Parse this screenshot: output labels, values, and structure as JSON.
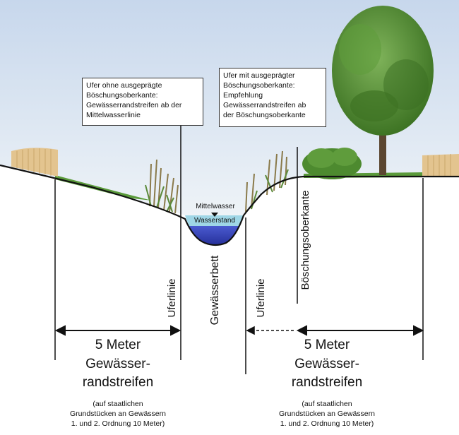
{
  "callouts": {
    "left": "Ufer ohne ausgeprägte\nBöschungsoberkante:\nGewässerrandstreifen ab der\nMittelwasserlinie",
    "right": "Ufer mit ausgeprägter\nBöschungsoberkante:\nEmpfehlung\nGewässerrandstreifen ab\nder Böschungsoberkante"
  },
  "water": {
    "mean_water": "Mittelwasser",
    "water_level": "Wasserstand"
  },
  "vertical_labels": {
    "left_shore": "Uferlinie",
    "riverbed": "Gewässerbett",
    "right_shore": "Uferlinie",
    "embankment_top": "Böschungsoberkante"
  },
  "strips": {
    "left": {
      "width_label": "5 Meter",
      "name_line1": "Gewässer-",
      "name_line2": "randstreifen",
      "note": "(auf staatlichen\nGrundstücken an Gewässern\n1. und 2. Ordnung  10 Meter)"
    },
    "right": {
      "width_label": "5 Meter",
      "name_line1": "Gewässer-",
      "name_line2": "randstreifen",
      "note": "(auf staatlichen\nGrundstücken an Gewässern\n1. und 2. Ordnung  10 Meter)"
    }
  },
  "colors": {
    "sky_top": "#c7d7ec",
    "sky_bottom": "#eef3f7",
    "grass": "#5a9a3a",
    "water_surface": "#9fd6e6",
    "water_deep": "#3340b8",
    "tree_foliage": "#4d8a2f",
    "hay": "#e3c48f"
  }
}
